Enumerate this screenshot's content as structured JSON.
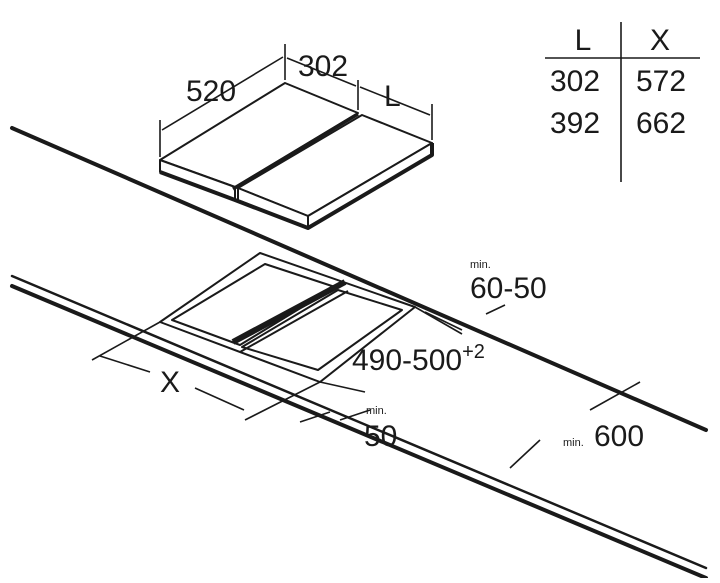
{
  "diagram": {
    "top_unit": {
      "depth": "520",
      "width": "302",
      "width_var": "L"
    },
    "table": {
      "headers": [
        "L",
        "X"
      ],
      "rows": [
        [
          "302",
          "572"
        ],
        [
          "392",
          "662"
        ]
      ]
    },
    "cutout": {
      "width_var": "X",
      "depth": "490-500",
      "depth_tolerance": "+2",
      "front_min_prefix": "min.",
      "front_min": "50",
      "rear_min_prefix": "min.",
      "rear_min": "60-50",
      "side_min_prefix": "min.",
      "side_min": "600"
    }
  }
}
